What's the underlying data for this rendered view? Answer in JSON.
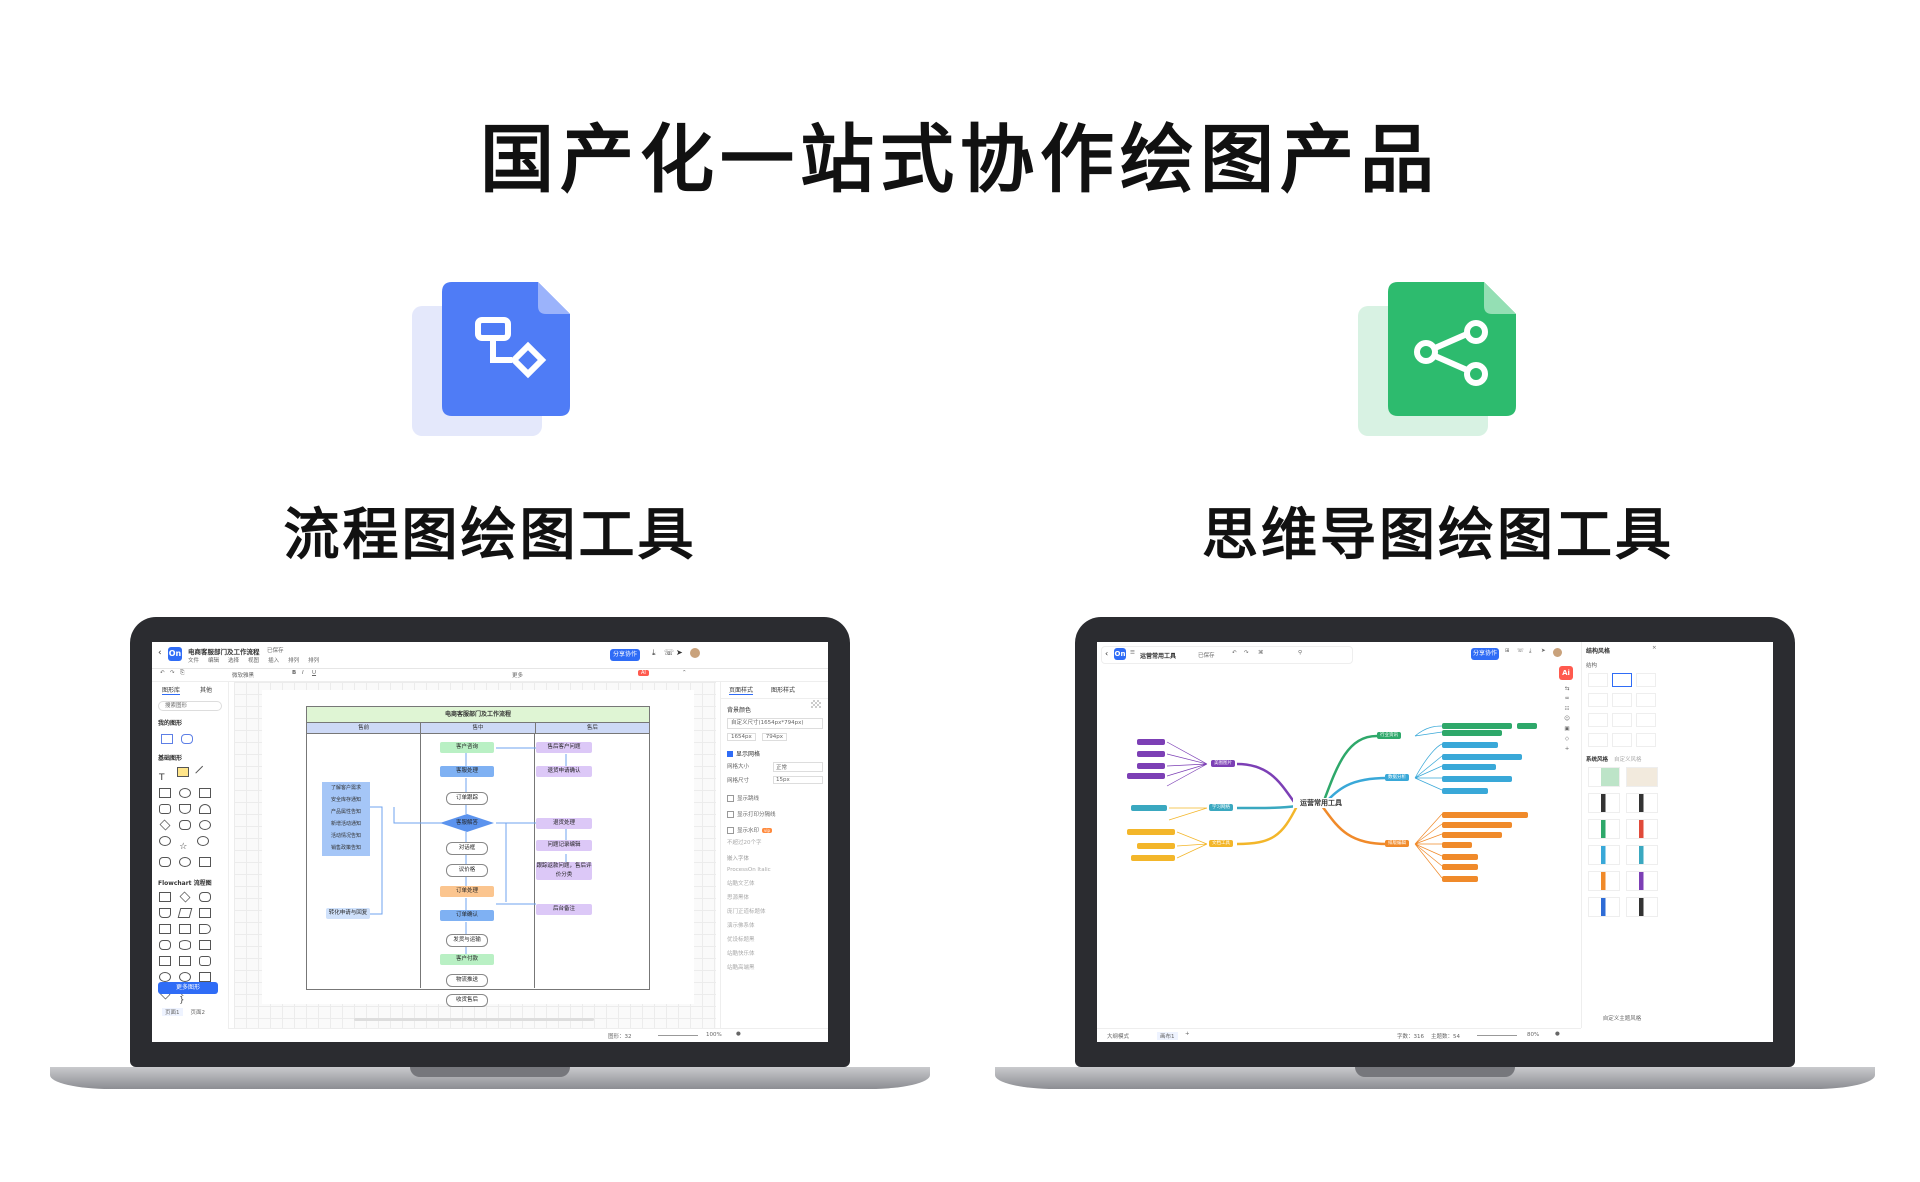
{
  "headline": "国产化一站式协作绘图产品",
  "products": {
    "flowchart": {
      "caption": "流程图绘图工具",
      "color": "#4f7cf6",
      "icon": "flowchart-file-icon"
    },
    "mindmap": {
      "caption": "思维导图绘图工具",
      "color": "#2dbb6e",
      "icon": "mindmap-file-icon"
    }
  },
  "flow_app": {
    "logo": "On",
    "doc_title": "电商客服部门及工作流程",
    "saved": "已保存",
    "menu": [
      "文件",
      "编辑",
      "选择",
      "视图",
      "插入",
      "排列",
      "排列"
    ],
    "share_btn": "分享协作",
    "font_label": "微软雅黑",
    "more": "更多",
    "left_tabs": [
      "图形库",
      "其他"
    ],
    "search_placeholder": "搜索图形",
    "my_shapes": "我的图形",
    "basic_shapes": "基础图形",
    "flowchart_shapes": "Flowchart 流程图",
    "more_shapes_btn": "更多图形",
    "right_tabs": [
      "页面样式",
      "图形样式"
    ],
    "bg_label": "背景颜色",
    "size_label": "自定义尺寸(1654px*794px)",
    "width_val": "1654px",
    "height_val": "794px",
    "grid_label": "显示网格",
    "grid_size": "网格大小",
    "grid_size_val": "正常",
    "grid_px": "网格尺寸",
    "grid_px_val": "15px",
    "show_line": "显示跳线",
    "show_print": "显示打印分隔线",
    "watermark": "显示水印",
    "watermark_ph": "不超过20个字",
    "fonts_title": "嵌入字体",
    "fonts": [
      "ProcessOn Italic",
      "站酷文艺体",
      "思源黑体",
      "庞门正道标题体",
      "演示佛系体",
      "优设标题黑",
      "站酷快乐体",
      "站酷高端黑"
    ],
    "status_left": [
      "页面1",
      "页面2"
    ],
    "status_right": "图形：32",
    "zoom": "100%",
    "diagram_title": "电商客服部门及工作流程",
    "lanes": [
      "售前",
      "售中",
      "售后"
    ],
    "presale_box": [
      "了解客户需求",
      "安全库存通知",
      "产品属性告知",
      "新增活动通知",
      "活动情况告知",
      "销售政策告知"
    ],
    "presale_bottom": "转化申请与回复",
    "mid_nodes": [
      "客户咨询",
      "客服处理",
      "订单跟踪",
      "客服解答",
      "对话框",
      "议价格",
      "订单处理",
      "订单确认",
      "发货与运输",
      "客户付款",
      "物流推送",
      "收货售后"
    ],
    "after_nodes": [
      "售后客户问题",
      "退货申请确认",
      "退货处理",
      "问题记录编辑",
      "跟踪返款问题，售后评价分类",
      "后台备注"
    ]
  },
  "mind_app": {
    "logo": "On",
    "doc_title": "运营常用工具",
    "saved": "已保存",
    "share_btn": "分享协作",
    "ai_label": "Ai",
    "center": "运营常用工具",
    "branches": [
      "行业资讯",
      "数据分析",
      "排版编辑",
      "美图图片",
      "学习网络",
      "文档工具"
    ],
    "right_panel_title": "结构风格",
    "structure_label": "结构",
    "theme_label": "系统风格",
    "theme_hint": "自定义风格",
    "panel_footer": "自定义主题风格",
    "status_mode": "大纲模式",
    "status_page": "画布1",
    "word_count": "字数：316",
    "topic_count": "主题数：54",
    "zoom": "80%"
  }
}
